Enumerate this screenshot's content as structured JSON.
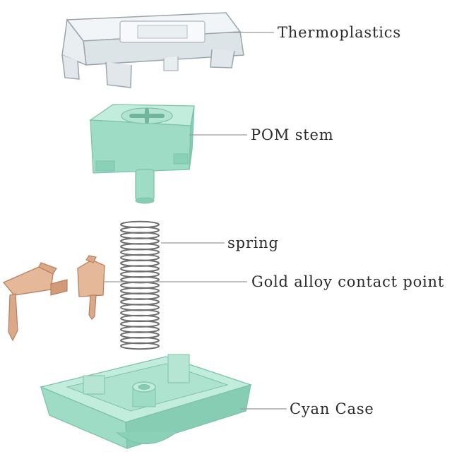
{
  "diagram": {
    "labels": {
      "top_housing": "Thermoplastics",
      "stem": "POM stem",
      "spring": "spring",
      "contact": "Gold alloy contact point",
      "bottom_housing": "Cyan Case"
    },
    "colors": {
      "clear_plastic": "#e6ecef",
      "clear_edge": "#9aa6ad",
      "mint": "#9fdcc6",
      "mint_dark": "#7cc3ab",
      "mint_light": "#c2ecdc",
      "copper": "#d9a98a",
      "copper_dark": "#b8805f",
      "spring_steel": "#6f6f6f",
      "leader_line": "#9a9a9a",
      "text": "#2a2a2a"
    }
  }
}
